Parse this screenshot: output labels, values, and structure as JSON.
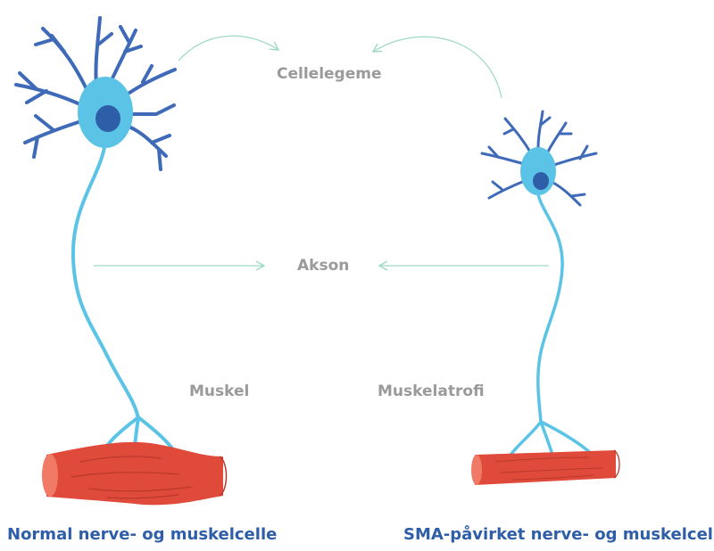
{
  "labels": {
    "cell_body": "Cellelegeme",
    "axon": "Akson",
    "muscle": "Muskel",
    "muscle_atrophy": "Muskelatrofi"
  },
  "captions": {
    "normal": "Normal nerve- og muskelcelle",
    "sma": "SMA-påvirket nerve- og muskelcelle"
  },
  "colors": {
    "dendrite": "#3f6ab8",
    "soma": "#5bc4e6",
    "nucleus": "#2f5ea8",
    "axon": "#5bc4e6",
    "muscle": "#e04a3a",
    "muscle_highlight": "#f07a66",
    "muscle_line": "#b8392c",
    "arrow": "#9ed9c6",
    "label_grey": "#9a9a9a",
    "caption_blue": "#2f5ea8"
  }
}
